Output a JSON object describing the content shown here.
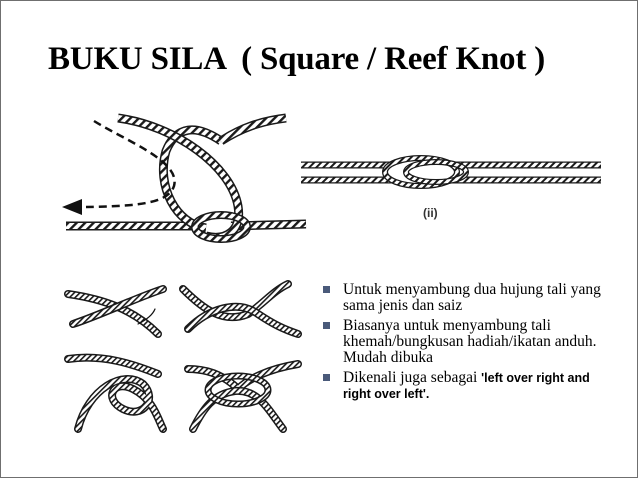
{
  "title": "BUKU SILA  ( Square / Reef Knot )",
  "figures": {
    "main_knot": {
      "icon": "reef-knot-tying-arrow-illustration"
    },
    "finished_knot": {
      "icon": "finished-reef-knot-illustration",
      "label": "(ii)"
    },
    "steps": {
      "icon": "reef-knot-four-step-sequence"
    }
  },
  "bullets": [
    {
      "text": "Untuk menyambung dua hujung tali yang sama jenis dan saiz"
    },
    {
      "text": "Biasanya untuk menyambung tali khemah/bungkusan  hadiah/ikatan anduh. Mudah dibuka"
    },
    {
      "text": "Dikenali juga sebagai ",
      "highlight": "'left over right and right over left'."
    }
  ],
  "colors": {
    "bullet_marker": "#4a5a7a",
    "rope": "#1a1a1a",
    "border": "#6f6f6f"
  }
}
